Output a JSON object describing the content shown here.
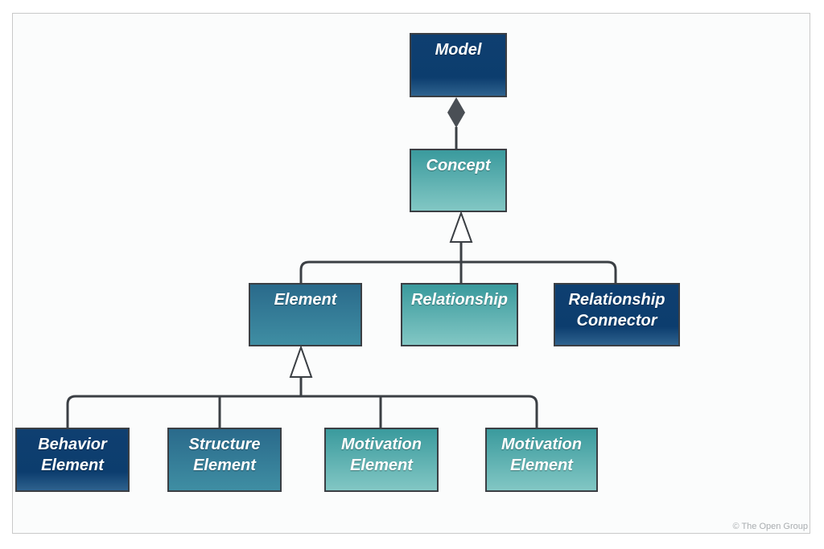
{
  "nodes": {
    "model": "Model",
    "concept": "Concept",
    "element": "Element",
    "relationship": "Relationship",
    "relationship_connector": [
      "Relationship",
      "Connector"
    ],
    "behavior_element": [
      "Behavior",
      "Element"
    ],
    "structure_element": [
      "Structure",
      "Element"
    ],
    "motivation_element_1": [
      "Motivation",
      "Element"
    ],
    "motivation_element_2": [
      "Motivation",
      "Element"
    ]
  },
  "copyright": "© The Open Group",
  "colors": {
    "dark": "#0c3d6e",
    "mid": "#3f8ea3",
    "teal": "#6bb8b5",
    "line": "#3b3f44"
  }
}
